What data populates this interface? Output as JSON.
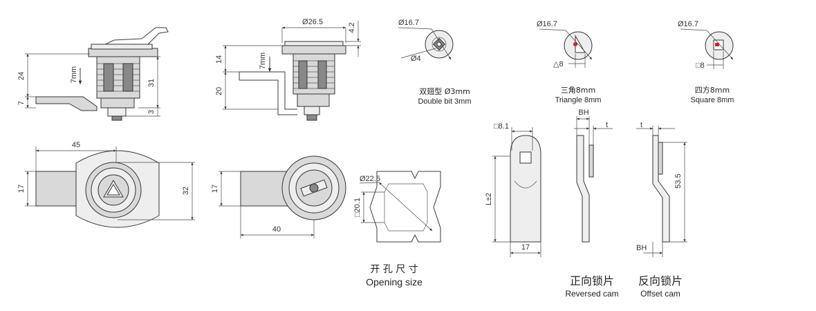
{
  "dimensions": {
    "side_view": {
      "height_total": "24",
      "height_bottom": "7",
      "travel": "7mm",
      "body_height": "31",
      "bottom_small": "3"
    },
    "front_side": {
      "flange_diameter": "Ø26.5",
      "flange_thick": "4.2",
      "upper": "14",
      "lower": "20",
      "travel": "7mm"
    },
    "top_view": {
      "length": "45",
      "width": "17",
      "outer_width": "32"
    },
    "bottom_view": {
      "width": "17",
      "length": "40"
    },
    "opening": {
      "diameter": "Ø22.5",
      "flat": "□20.1"
    },
    "keys": [
      {
        "dia": "Ø16.7",
        "sub": "Ø4",
        "cn": "双翅型 Ø3mm",
        "en": "Double bit 3mm"
      },
      {
        "dia": "Ø16.7",
        "sub": "△8",
        "cn": "三角8mm",
        "en": "Triangle 8mm"
      },
      {
        "dia": "Ø16.7",
        "sub": "□8",
        "cn": "四方8mm",
        "en": "Square 8mm"
      }
    ],
    "cam": {
      "square": "□8.1",
      "length": "L±2",
      "width": "17",
      "bh": "BH",
      "t": "t",
      "offset_length": "53.5"
    }
  },
  "captions": {
    "opening_cn": "开 孔 尺 寸",
    "opening_en": "Opening size",
    "reversed_cn": "正向锁片",
    "reversed_en": "Reversed cam",
    "offset_cn": "反向锁片",
    "offset_en": "Offset cam"
  },
  "colors": {
    "line": "#333333",
    "accent_red": "#d22020",
    "fill": "#d9d9d9"
  }
}
